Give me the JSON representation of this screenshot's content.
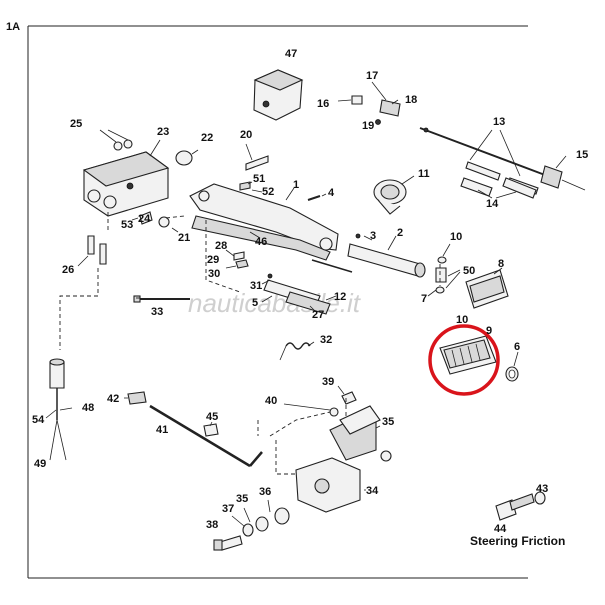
{
  "figure_label": "1A",
  "caption": "Steering Friction",
  "watermark": "nauticabasile.it",
  "highlight_color": "#d9141b",
  "callouts": [
    {
      "id": "c47",
      "text": "47"
    },
    {
      "id": "c17",
      "text": "17"
    },
    {
      "id": "c16",
      "text": "16"
    },
    {
      "id": "c18",
      "text": "18"
    },
    {
      "id": "c19",
      "text": "19"
    },
    {
      "id": "c13",
      "text": "13"
    },
    {
      "id": "c15",
      "text": "15"
    },
    {
      "id": "c25",
      "text": "25"
    },
    {
      "id": "c23",
      "text": "23"
    },
    {
      "id": "c22",
      "text": "22"
    },
    {
      "id": "c20",
      "text": "20"
    },
    {
      "id": "c11",
      "text": "11"
    },
    {
      "id": "c51",
      "text": "51"
    },
    {
      "id": "c52",
      "text": "52"
    },
    {
      "id": "c1",
      "text": "1"
    },
    {
      "id": "c4",
      "text": "4"
    },
    {
      "id": "c14",
      "text": "14"
    },
    {
      "id": "c53",
      "text": "53"
    },
    {
      "id": "c24",
      "text": "24"
    },
    {
      "id": "c21",
      "text": "21"
    },
    {
      "id": "c46",
      "text": "46"
    },
    {
      "id": "c3",
      "text": "3"
    },
    {
      "id": "c2",
      "text": "2"
    },
    {
      "id": "c10a",
      "text": "10"
    },
    {
      "id": "c26",
      "text": "26"
    },
    {
      "id": "c28",
      "text": "28"
    },
    {
      "id": "c29",
      "text": "29"
    },
    {
      "id": "c30",
      "text": "30"
    },
    {
      "id": "c50",
      "text": "50"
    },
    {
      "id": "c8",
      "text": "8"
    },
    {
      "id": "c7",
      "text": "7"
    },
    {
      "id": "c31",
      "text": "31"
    },
    {
      "id": "c5",
      "text": "5"
    },
    {
      "id": "c12",
      "text": "12"
    },
    {
      "id": "c27",
      "text": "27"
    },
    {
      "id": "c33",
      "text": "33"
    },
    {
      "id": "c10b",
      "text": "10"
    },
    {
      "id": "c9",
      "text": "9"
    },
    {
      "id": "c6",
      "text": "6"
    },
    {
      "id": "c32",
      "text": "32"
    },
    {
      "id": "c39",
      "text": "39"
    },
    {
      "id": "c54",
      "text": "54"
    },
    {
      "id": "c48",
      "text": "48"
    },
    {
      "id": "c42",
      "text": "42"
    },
    {
      "id": "c40",
      "text": "40"
    },
    {
      "id": "c45",
      "text": "45"
    },
    {
      "id": "c41",
      "text": "41"
    },
    {
      "id": "c35a",
      "text": "35"
    },
    {
      "id": "c49",
      "text": "49"
    },
    {
      "id": "c34",
      "text": "34"
    },
    {
      "id": "c35b",
      "text": "35"
    },
    {
      "id": "c36",
      "text": "36"
    },
    {
      "id": "c37",
      "text": "37"
    },
    {
      "id": "c38",
      "text": "38"
    },
    {
      "id": "c43",
      "text": "43"
    },
    {
      "id": "c44",
      "text": "44"
    }
  ]
}
